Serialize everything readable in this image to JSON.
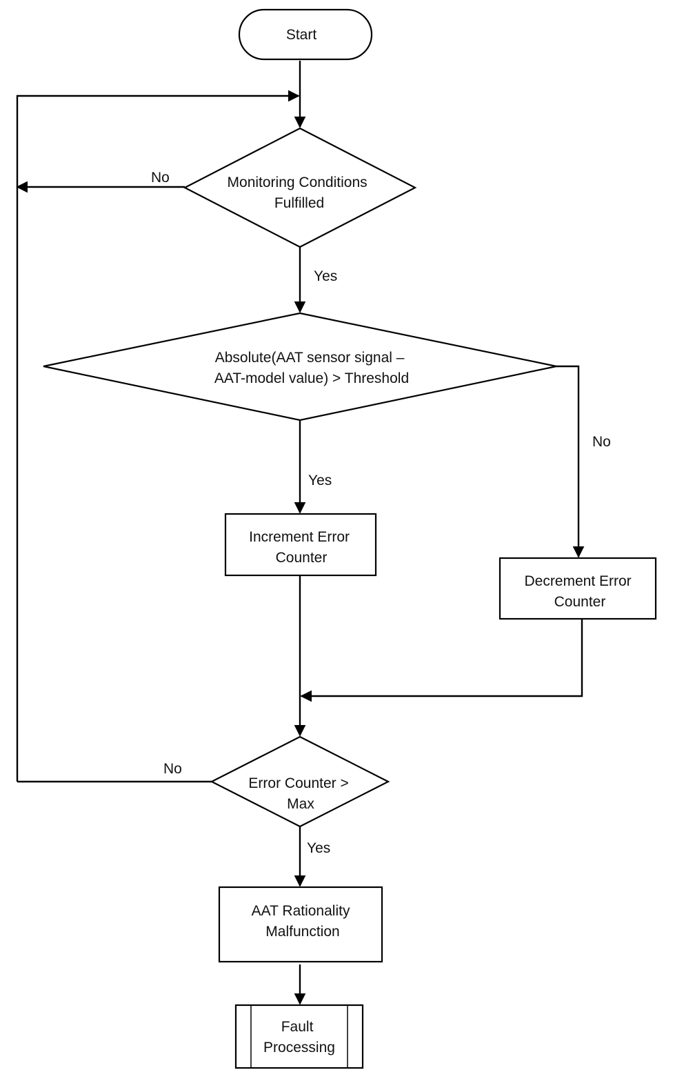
{
  "nodes": {
    "start": {
      "lines": [
        "Start"
      ]
    },
    "monitoring": {
      "lines": [
        "Monitoring Conditions",
        "Fulfilled"
      ]
    },
    "threshold": {
      "lines": [
        "Absolute(AAT sensor signal –",
        "AAT-model value) > Threshold"
      ]
    },
    "increment": {
      "lines": [
        "Increment Error",
        "Counter"
      ]
    },
    "decrement": {
      "lines": [
        "Decrement Error",
        "Counter"
      ]
    },
    "error_max": {
      "lines": [
        "Error Counter >",
        "Max"
      ]
    },
    "malfunction": {
      "lines": [
        "AAT Rationality",
        "Malfunction"
      ]
    },
    "fault": {
      "lines": [
        "Fault",
        "Processing"
      ]
    }
  },
  "edge_labels": {
    "monitoring_no": "No",
    "monitoring_yes": "Yes",
    "threshold_yes": "Yes",
    "threshold_no": "No",
    "error_max_no": "No",
    "error_max_yes": "Yes"
  }
}
